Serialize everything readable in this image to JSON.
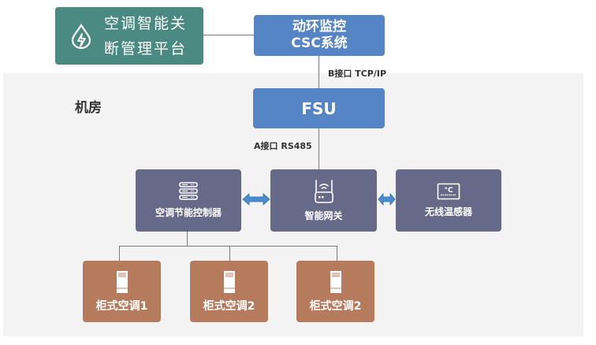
{
  "platform": {
    "icon": "water-drop-lightning-icon",
    "line1": "空调智能关",
    "line2": "断管理平台"
  },
  "csc": {
    "line1": "动环监控",
    "line2": "CSC系统"
  },
  "interface_b": "B接口 TCP/IP",
  "room": {
    "label": "机房"
  },
  "fsu": {
    "label": "FSU"
  },
  "interface_a": "A接口 RS485",
  "devices": [
    {
      "icon": "server-icon",
      "label": "空调节能控制器"
    },
    {
      "icon": "router-icon",
      "label": "智能网关"
    },
    {
      "icon": "thermometer-display-icon",
      "label": "无线温感器",
      "display": "°C"
    }
  ],
  "air_conditioners": [
    {
      "icon": "cabinet-ac-icon",
      "label": "柜式空调1"
    },
    {
      "icon": "cabinet-ac-icon",
      "label": "柜式空调2"
    },
    {
      "icon": "cabinet-ac-icon",
      "label": "柜式空调2"
    }
  ],
  "colors": {
    "platform": "#4a8a82",
    "system_blue": "#5585c5",
    "device_slate": "#666a88",
    "ac_brown": "#b67a5c",
    "arrow_blue": "#4a8cd0",
    "room_bg": "#f3f3f3"
  }
}
